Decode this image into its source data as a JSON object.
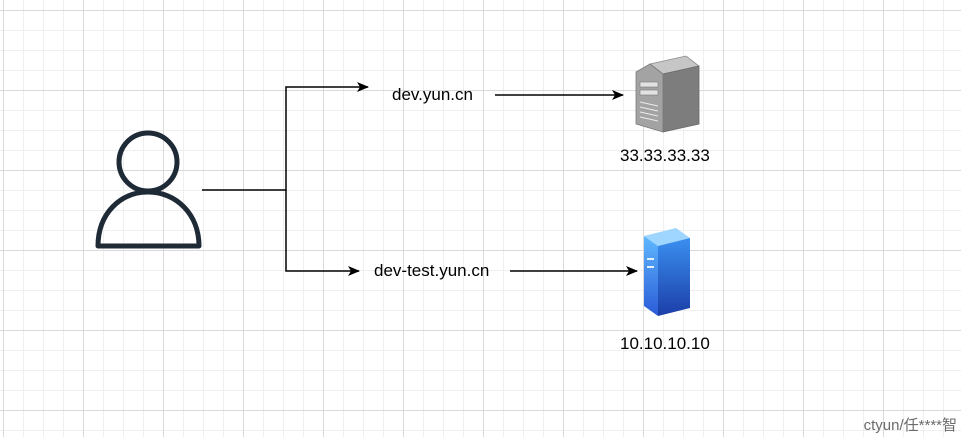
{
  "colors": {
    "person_stroke": "#1f2a37",
    "edge_stroke": "#000000",
    "server_gray": "#9a9a9a",
    "server_blue": "#3b82f6",
    "grid": "#d9d9d9"
  },
  "nodes": {
    "user": {
      "icon": "user-icon"
    },
    "domain_dev": {
      "label": "dev.yun.cn"
    },
    "domain_test": {
      "label": "dev-test.yun.cn"
    },
    "server_dev": {
      "icon": "gray-server-icon",
      "ip": "33.33.33.33"
    },
    "server_test": {
      "icon": "blue-server-icon",
      "ip": "10.10.10.10"
    }
  },
  "edges": [
    {
      "from": "user",
      "to": "domain_dev"
    },
    {
      "from": "user",
      "to": "domain_test"
    },
    {
      "from": "domain_dev",
      "to": "server_dev"
    },
    {
      "from": "domain_test",
      "to": "server_test"
    }
  ],
  "watermark": "ctyun/任****智"
}
